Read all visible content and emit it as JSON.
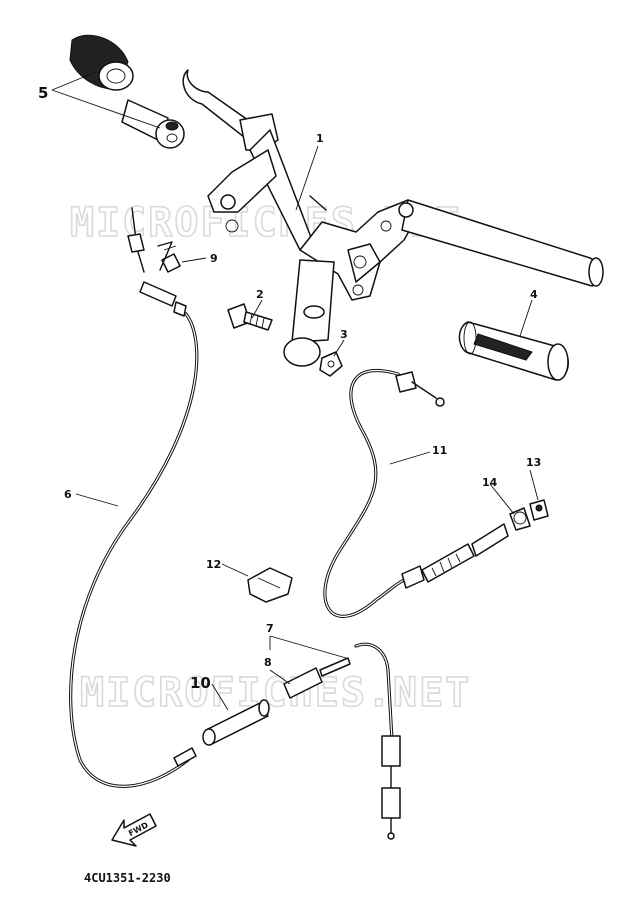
{
  "watermarks": [
    "MICROFICHES.NET",
    "MICROFICHES.NET"
  ],
  "drawing_code": "4CU1351-2230",
  "fwd_label": "FWD",
  "callouts": [
    {
      "id": "1",
      "label": "1"
    },
    {
      "id": "2",
      "label": "2"
    },
    {
      "id": "3",
      "label": "3"
    },
    {
      "id": "4",
      "label": "4"
    },
    {
      "id": "5",
      "label": "5"
    },
    {
      "id": "6",
      "label": "6"
    },
    {
      "id": "7",
      "label": "7"
    },
    {
      "id": "8",
      "label": "8"
    },
    {
      "id": "9",
      "label": "9"
    },
    {
      "id": "10",
      "label": "10"
    },
    {
      "id": "11",
      "label": "11"
    },
    {
      "id": "12",
      "label": "12"
    },
    {
      "id": "13",
      "label": "13"
    },
    {
      "id": "14",
      "label": "14"
    }
  ],
  "colors": {
    "ink": "#111111",
    "watermark": "#d9d9d9",
    "paper": "#ffffff"
  }
}
